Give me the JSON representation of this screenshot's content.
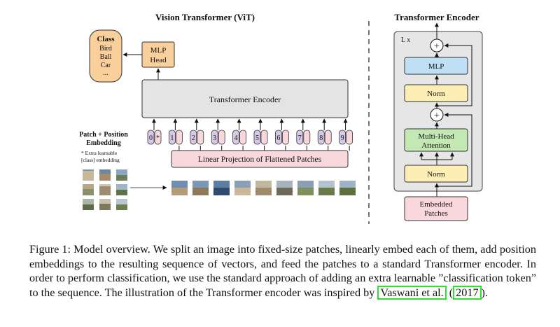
{
  "vit": {
    "title": "Vision Transformer (ViT)",
    "class_box": {
      "title": "Class",
      "items": [
        "Bird",
        "Ball",
        "Car",
        "..."
      ]
    },
    "mlp_head": [
      "MLP",
      "Head"
    ],
    "encoder_label": "Transformer Encoder",
    "patch_pos_label": [
      "Patch + Position",
      "Embedding"
    ],
    "extra_note": [
      "* Extra learnable",
      "[class] embedding"
    ],
    "position_tokens": [
      "0",
      "1",
      "2",
      "3",
      "4",
      "5",
      "6",
      "7",
      "8",
      "9"
    ],
    "class_token_marker": "*",
    "linear_projection": "Linear Projection of Flattened Patches"
  },
  "encoder_detail": {
    "title": "Transformer Encoder",
    "repeat_label": "L x",
    "mlp": "MLP",
    "norm_top": "Norm",
    "add_symbol": "+",
    "mha": [
      "Multi-Head",
      "Attention"
    ],
    "norm_bottom": "Norm",
    "embedded_patches": [
      "Embedded",
      "Patches"
    ]
  },
  "colors": {
    "class_fill": "#f9cf9b",
    "mlp_head_fill": "#f9cf9b",
    "encoder_fill": "#e4e4e4",
    "token_pink": "#f7d7dc",
    "token_purple": "#d6c8e6",
    "projection_fill": "#f8d8dc",
    "mlp_blue": "#bfdff5",
    "norm_yellow": "#fdeeb3",
    "mha_green": "#c3e8b3",
    "embedded_fill": "#f8d8dc",
    "encoder_panel": "#e6e6e6",
    "citation_box": "#33dd33"
  },
  "caption": {
    "text": "Figure 1: Model overview. We split an image into fixed-size patches, linearly embed each of them, add position embeddings to the resulting sequence of vectors, and feed the patches to a standard Transformer encoder. In order to perform classification, we use the standard approach of adding an extra learnable ”classification token” to the sequence. The illustration of the Transformer encoder was inspired by ",
    "cite_author": "Vaswani et al.",
    "cite_open": "(",
    "cite_year": "2017",
    "cite_close": ").",
    "space": " "
  }
}
